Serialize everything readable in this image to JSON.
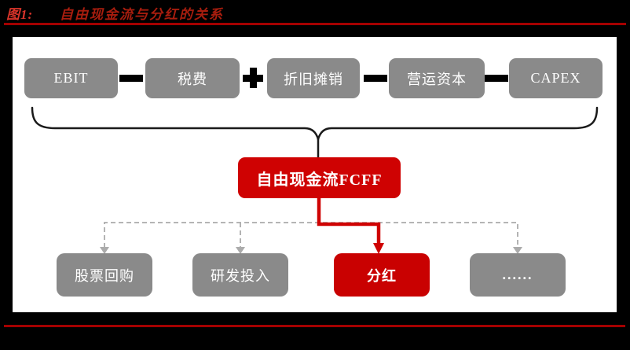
{
  "header": {
    "figure_label": "图1:",
    "figure_title": "自由现金流与分红的关系"
  },
  "formula": {
    "boxes": [
      "EBIT",
      "税费",
      "折旧摊销",
      "营运资本",
      "CAPEX"
    ],
    "ops": [
      "-",
      "+",
      "-",
      "-"
    ]
  },
  "result_box": {
    "label": "自由现金流FCFF"
  },
  "uses": {
    "items": [
      "股票回购",
      "研发投入",
      "分红",
      "......"
    ],
    "highlighted_item": "分红"
  },
  "colors": {
    "background": "#000000",
    "panel": "#ffffff",
    "rule_red": "#a40000",
    "title_label_red": "#d8342a",
    "title_text_red": "#a81d0e",
    "box_gray": "#8a8a8a",
    "box_red": "#cf0202",
    "arrow_red": "#cf0202",
    "dashed_gray": "#ababab",
    "brace_black": "#1a1a1a"
  }
}
